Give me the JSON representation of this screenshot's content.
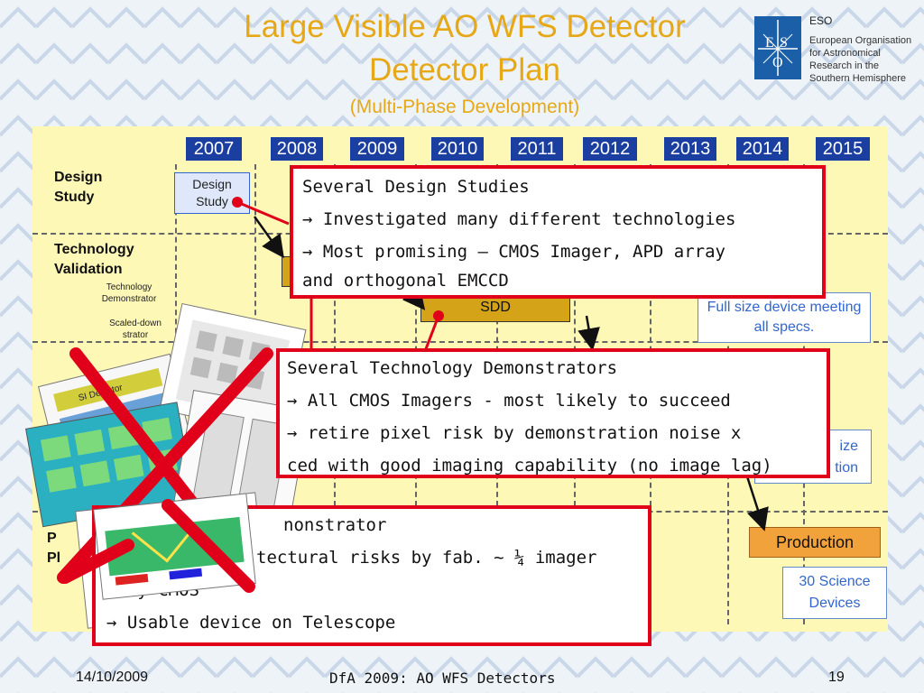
{
  "slide": {
    "title_line1": "Large Visible AO WFS Detector",
    "title_line2": "Detector Plan",
    "subtitle": "(Multi-Phase Development)"
  },
  "logo": {
    "name": "ESO",
    "org_lines": [
      "European Organisation",
      "for Astronomical",
      "Research in the",
      "Southern Hemisphere"
    ],
    "brand_color": "#1a5fa8"
  },
  "timeline": {
    "years": [
      "2007",
      "2008",
      "2009",
      "2010",
      "2011",
      "2012",
      "2013",
      "2014",
      "2015"
    ]
  },
  "rows": {
    "design": [
      "Design",
      "Study"
    ],
    "tech": [
      "Technology",
      "Validation"
    ],
    "tech_sub1": [
      "Technology",
      "Demonstrator"
    ],
    "tech_sub2": [
      "Scaled-down",
      "strator"
    ],
    "prod_frag": [
      "P",
      "Pl"
    ]
  },
  "boxes": {
    "design_study": "Design Study",
    "sdd": "SDD",
    "full_size": "Full size device meeting all specs.",
    "size_frag": "ize",
    "tion_frag": "tion",
    "production": "Production",
    "science": "30 Science Devices"
  },
  "callouts": {
    "c1": [
      "Several Design Studies",
      "→ Investigated many different technologies",
      "→ Most promising – CMOS Imager, APD array",
      "and orthogonal EMCCD"
    ],
    "c2": [
      "Several Technology Demonstrators",
      "→ All CMOS Imagers - most likely to succeed",
      "→ retire pixel risk by demonstration noise x",
      "ced with good imaging capability (no image lag)"
    ],
    "c3": [
      "nonstrator",
      "tectural risks by fab. ~ ¼ imager",
      "→ ly CMOS",
      "→ Usable device on Telescope"
    ]
  },
  "footer": {
    "date": "14/10/2009",
    "center": "DfA 2009: AO WFS Detectors",
    "page": "19"
  },
  "colors": {
    "title": "#e6a817",
    "year_bg": "#1b3fa0",
    "callout_border": "#e1001a",
    "box_blue": "#3366cc",
    "box_orange": "#f2a23a"
  }
}
